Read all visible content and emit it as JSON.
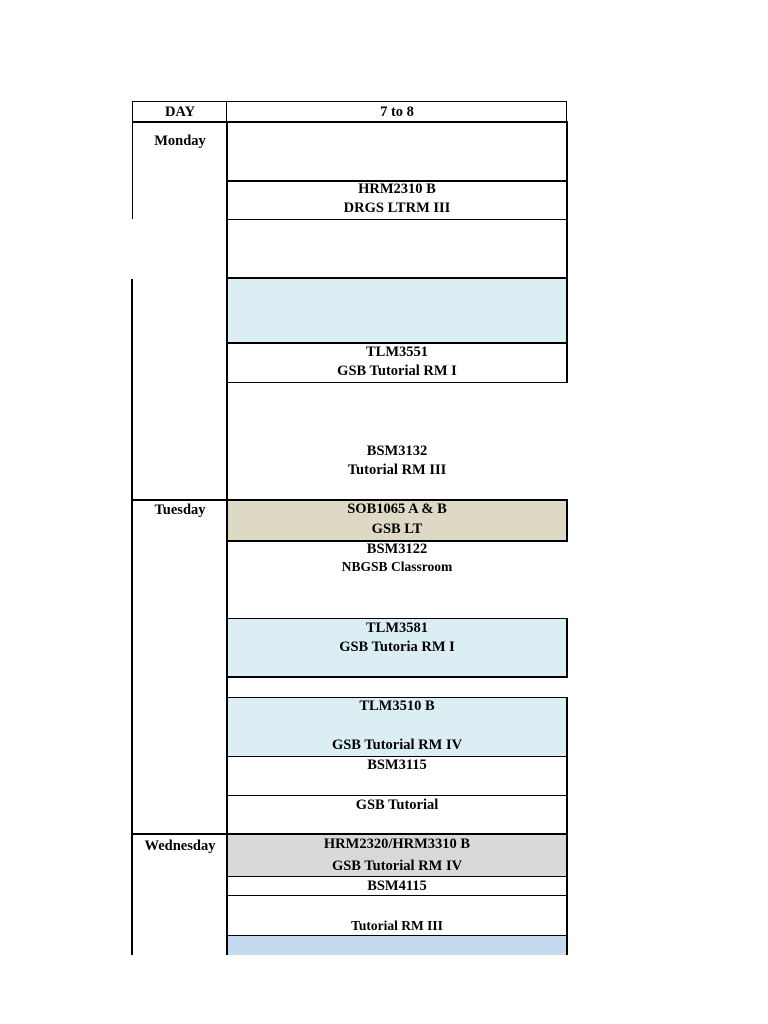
{
  "header": {
    "day_label": "DAY",
    "slot_label": "7 to 8"
  },
  "days": {
    "monday": "Monday",
    "tuesday": "Tuesday",
    "wednesday": "Wednesday"
  },
  "cells": {
    "hrm2310_code": "HRM2310 B",
    "hrm2310_room": "DRGS LTRM III",
    "tlm3551_code": "TLM3551",
    "tlm3551_room": "GSB Tutorial RM I",
    "bsm3132_code": "BSM3132",
    "bsm3132_room": "Tutorial RM III",
    "sob1065_code": "SOB1065 A & B",
    "sob1065_room": "GSB LT",
    "bsm3122_code": "BSM3122",
    "bsm3122_room": "NBGSB Classroom",
    "tlm3581_code": "TLM3581",
    "tlm3581_room": "GSB Tutoria RM I",
    "tlm3510_code": "TLM3510 B",
    "tlm3510_room": "GSB Tutorial RM IV",
    "bsm3115_code": "BSM3115",
    "bsm3115_room": "GSB Tutorial",
    "hrm2320_code": "HRM2320/HRM3310 B",
    "hrm2320_room": "GSB Tutorial RM IV",
    "bsm4115_code": "BSM4115",
    "bsm4115_room": "Tutorial RM III"
  },
  "colors": {
    "light_blue": "#daeef3",
    "tan": "#ddd9c4",
    "gray": "#d9d9d9",
    "blue": "#c5d9f1"
  }
}
